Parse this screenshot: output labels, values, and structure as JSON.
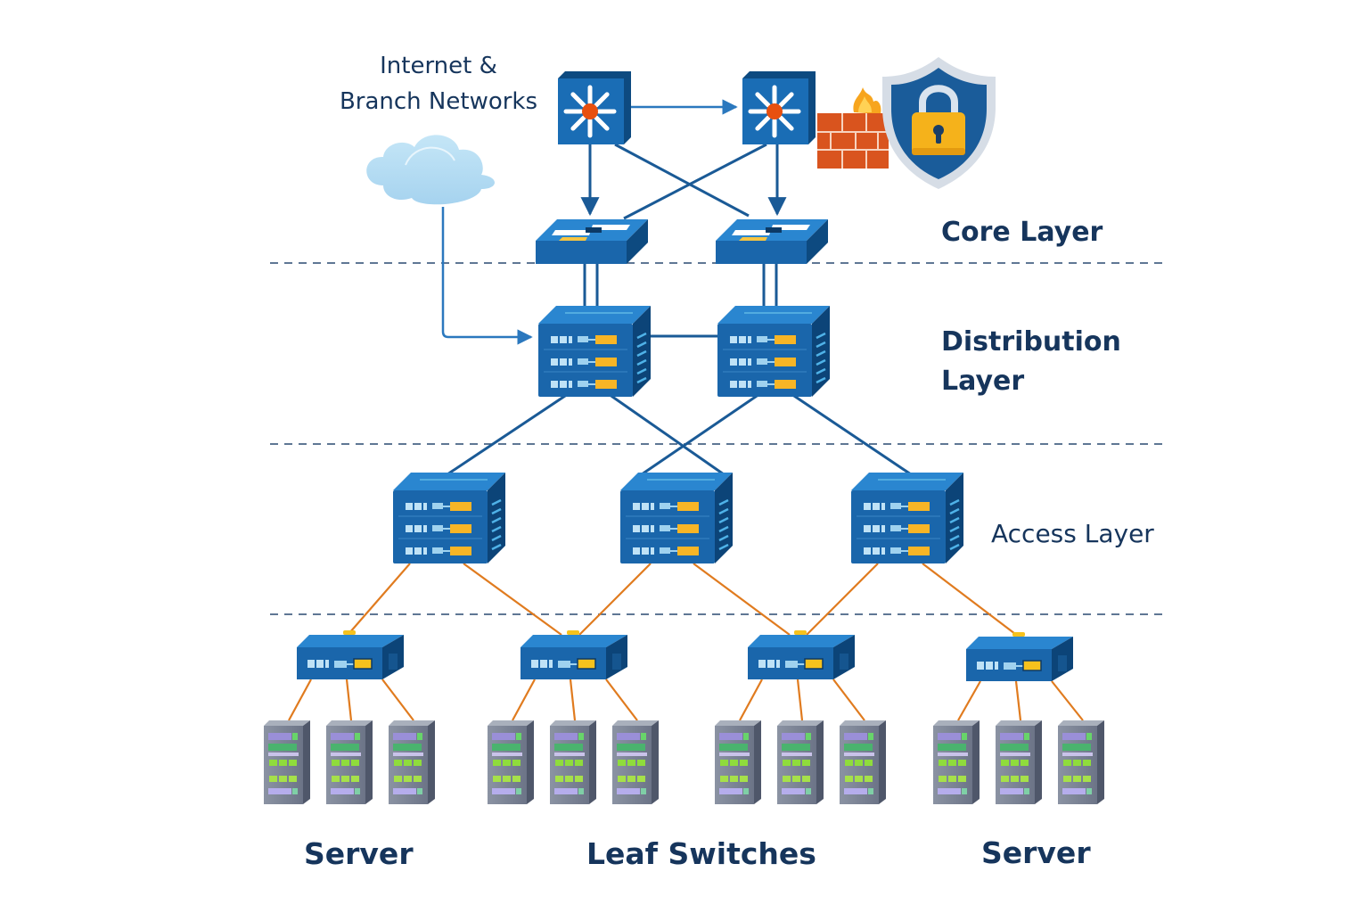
{
  "title": "Hierarchical Network Topology",
  "labels": {
    "internet": [
      "Internet &",
      "Branch Networks"
    ],
    "core": "Core Layer",
    "distribution": [
      "Distribution",
      "Layer"
    ],
    "access": "Access Layer",
    "bottom_left": "Server",
    "bottom_center": "Leaf Switches",
    "bottom_right": "Server"
  },
  "colors": {
    "text": "#16355c",
    "device_blue": "#1565a8",
    "device_dark": "#0d4a80",
    "link_blue": "#1a5a96",
    "link_orange": "#e07b1f",
    "cloud": "#b3dcf2",
    "firewall": "#d9541e",
    "shield": "#1a5c9a",
    "lock": "#f5b21b",
    "divider": "#2a4a70"
  },
  "nodes": {
    "routers": [
      {
        "id": "router-1"
      },
      {
        "id": "router-2"
      }
    ],
    "core_switches": [
      {
        "id": "core-switch-1"
      },
      {
        "id": "core-switch-2"
      }
    ],
    "distribution_switches": [
      {
        "id": "dist-switch-1"
      },
      {
        "id": "dist-switch-2"
      }
    ],
    "access_switches": [
      {
        "id": "access-switch-1"
      },
      {
        "id": "access-switch-2"
      },
      {
        "id": "access-switch-3"
      }
    ],
    "leaf_switches": [
      {
        "id": "leaf-switch-1",
        "servers": 3
      },
      {
        "id": "leaf-switch-2",
        "servers": 3
      },
      {
        "id": "leaf-switch-3",
        "servers": 3
      },
      {
        "id": "leaf-switch-4",
        "servers": 3
      }
    ]
  },
  "security": {
    "firewall": "firewall-icon",
    "shield": "shield-lock-icon"
  },
  "cloud": "cloud-icon"
}
